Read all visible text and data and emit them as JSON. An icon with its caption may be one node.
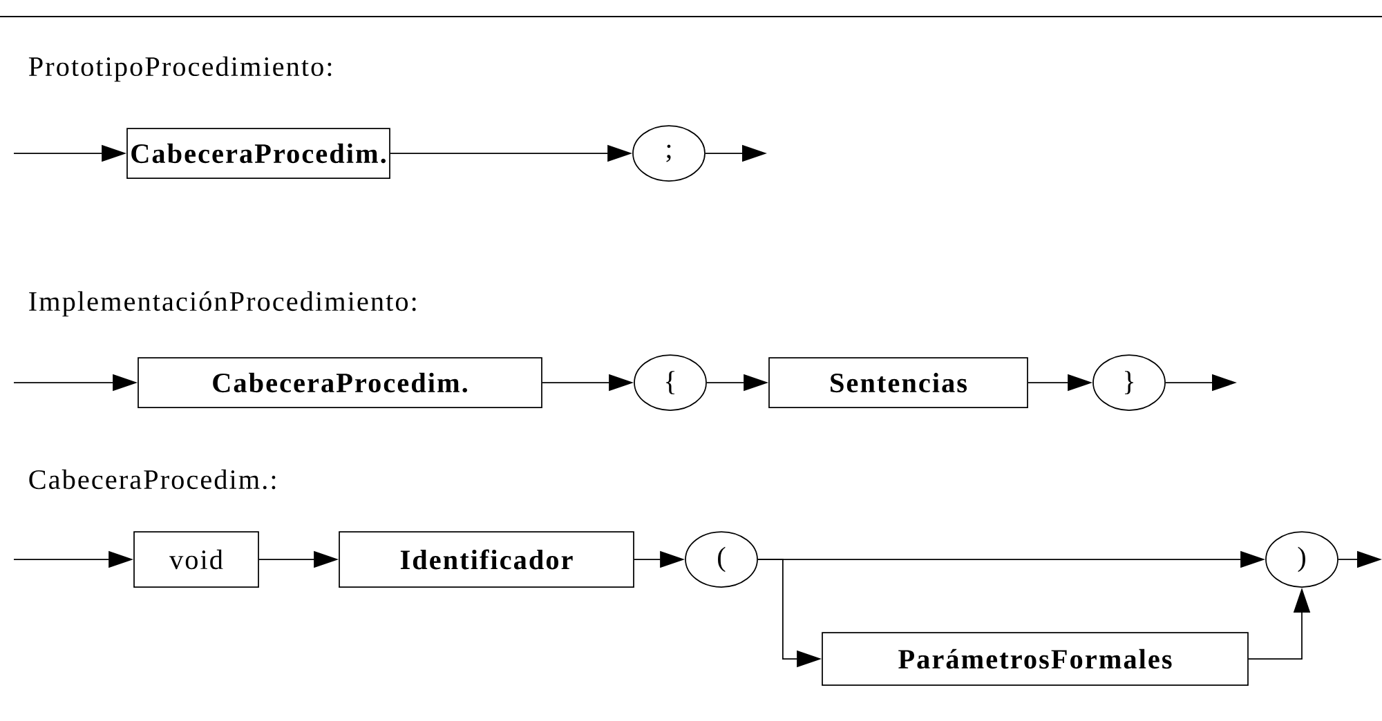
{
  "diagram": {
    "nodes": [
      {
        "text": [
          "CabeceraProcedim."
        ]
      },
      {
        "text": [
          ";"
        ]
      },
      {
        "text": [
          "CabeceraProcedim."
        ]
      },
      {
        "text": [
          "{"
        ]
      },
      {
        "text": [
          "Sentencias"
        ]
      },
      {
        "text": [
          "}"
        ]
      },
      {
        "text": [
          "void"
        ]
      },
      {
        "text": [
          "Identificador"
        ]
      },
      {
        "text": [
          "("
        ]
      },
      {
        "text": [
          ")"
        ]
      },
      {
        "text": [
          "ParámetrosFormales"
        ]
      }
    ],
    "edges": [
      {
        "from": null,
        "to": 0,
        "arrow": "to"
      },
      {
        "from": 0,
        "to": 1,
        "arrow": "to"
      },
      {
        "from": 1,
        "to": null,
        "arrow": "to"
      },
      {
        "from": null,
        "to": 2,
        "arrow": "to"
      },
      {
        "from": 2,
        "to": 3,
        "arrow": "to"
      },
      {
        "from": 3,
        "to": 4,
        "arrow": "to"
      },
      {
        "from": 4,
        "to": 5,
        "arrow": "to"
      },
      {
        "from": 5,
        "to": null,
        "arrow": "to"
      },
      {
        "from": null,
        "to": 6,
        "arrow": "to"
      },
      {
        "from": 6,
        "to": 7,
        "arrow": "to"
      },
      {
        "from": 7,
        "to": 8,
        "arrow": "to"
      },
      {
        "from": 8,
        "to": 9,
        "arrow": "to"
      },
      {
        "from": 8,
        "to": 10,
        "arrow": "to"
      },
      {
        "from": 10,
        "to": 9,
        "arrow": "to"
      },
      {
        "from": 9,
        "to": null,
        "arrow": "to"
      }
    ],
    "labels": [
      "PrototipoProcedimiento:",
      "ImplementaciónProcedimiento:",
      "CabeceraProcedim.:"
    ]
  }
}
